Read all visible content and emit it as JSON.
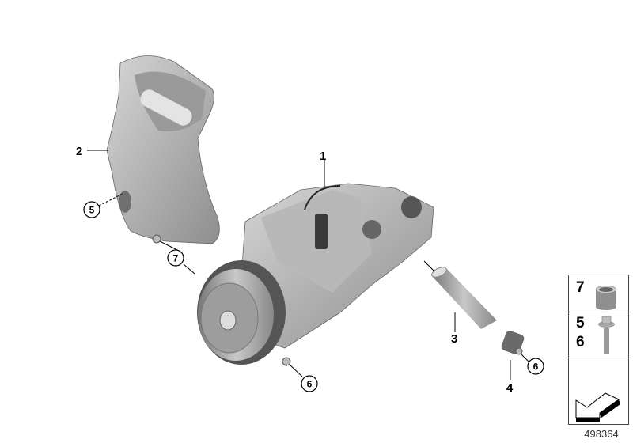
{
  "diagram_id": "498364",
  "callouts": {
    "compressor": "1",
    "bracket": "2",
    "dryer_cartridge": "3",
    "cap": "4",
    "bolt_bracket": "5",
    "bolt_compressor": "6",
    "bolt_cap": "6",
    "sleeve": "7"
  },
  "legend": {
    "row1": {
      "num": "7",
      "icon": "sleeve-icon"
    },
    "row2": {
      "num_a": "5",
      "num_b": "6",
      "icon": "bolt-icon"
    },
    "row3": {
      "icon": "arrow-direction-icon"
    }
  },
  "colors": {
    "part_gray": "#a8a8a8",
    "line": "#000000"
  }
}
